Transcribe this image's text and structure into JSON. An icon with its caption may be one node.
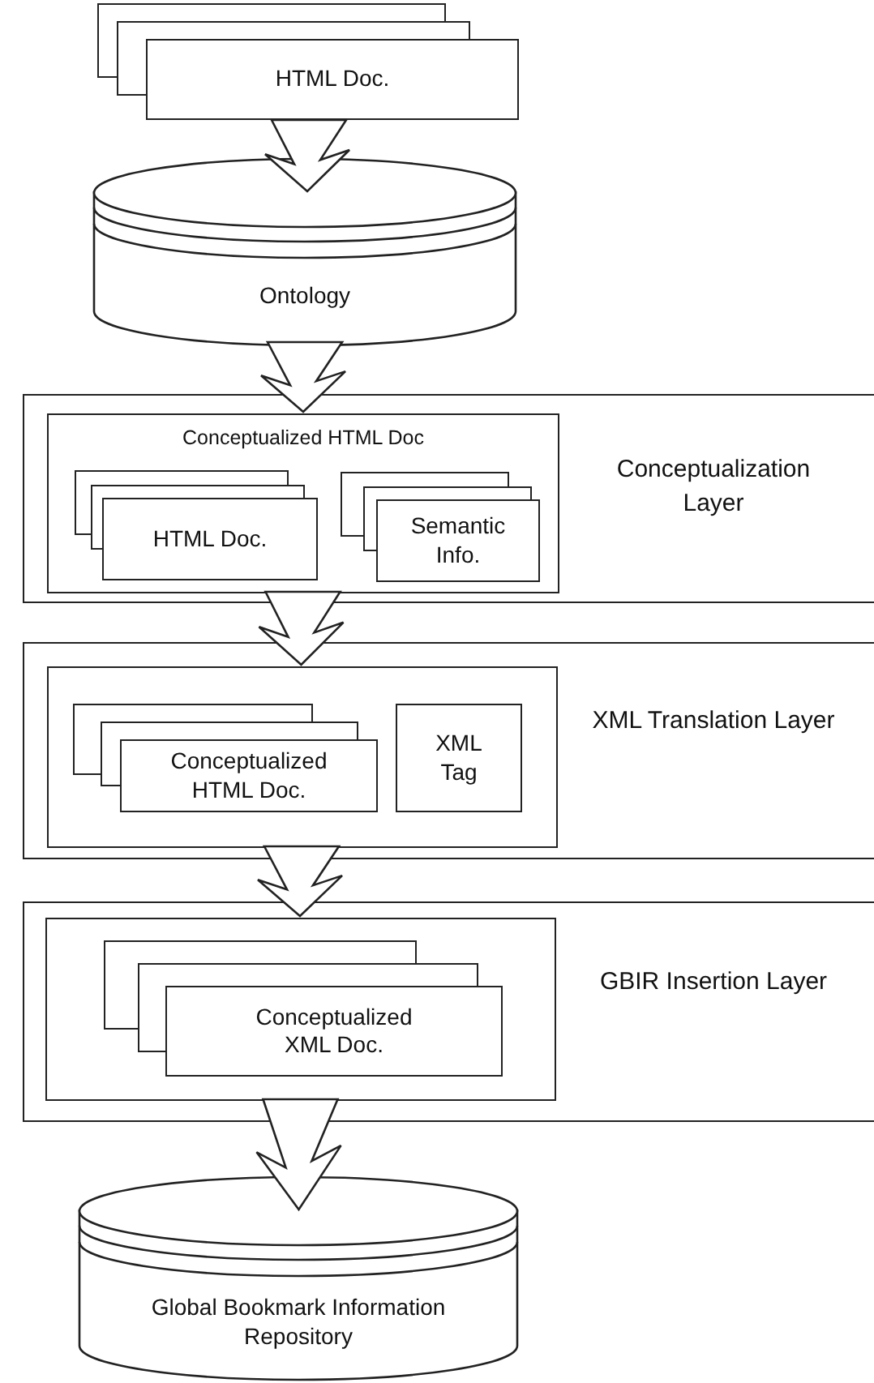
{
  "diagram": {
    "nodes": [
      {
        "text": [
          "HTML Doc."
        ]
      },
      {
        "text": [
          "Ontology"
        ]
      },
      {
        "text": [
          "Conceptualization Layer"
        ]
      },
      {
        "text": [
          "Conceptualized HTML Doc"
        ],
        "in": 2
      },
      {
        "text": [
          "HTML Doc."
        ],
        "in": 3
      },
      {
        "text": [
          "Semantic Info."
        ],
        "in": 3
      },
      {
        "text": [
          "XML Translation Layer"
        ]
      },
      {
        "text": [],
        "shape": "box",
        "in": 6
      },
      {
        "text": [
          "Conceptualized HTML Doc."
        ],
        "in": 7
      },
      {
        "text": [
          "XML Tag"
        ],
        "in": 7
      },
      {
        "text": [
          "GBIR Insertion Layer"
        ]
      },
      {
        "text": [],
        "shape": "box",
        "in": 10
      },
      {
        "text": [
          "Conceptualized XML Doc."
        ],
        "in": 11
      },
      {
        "text": [
          "Global Bookmark Information Repository"
        ]
      }
    ],
    "edges": [
      {
        "from": 0,
        "to": 1,
        "arrow": "to"
      },
      {
        "from": 1,
        "to": 3,
        "arrow": "to"
      },
      {
        "from": 3,
        "to": 7,
        "arrow": "to"
      },
      {
        "from": 7,
        "to": 11,
        "arrow": "to"
      },
      {
        "from": 11,
        "to": 13,
        "arrow": "to"
      }
    ]
  }
}
